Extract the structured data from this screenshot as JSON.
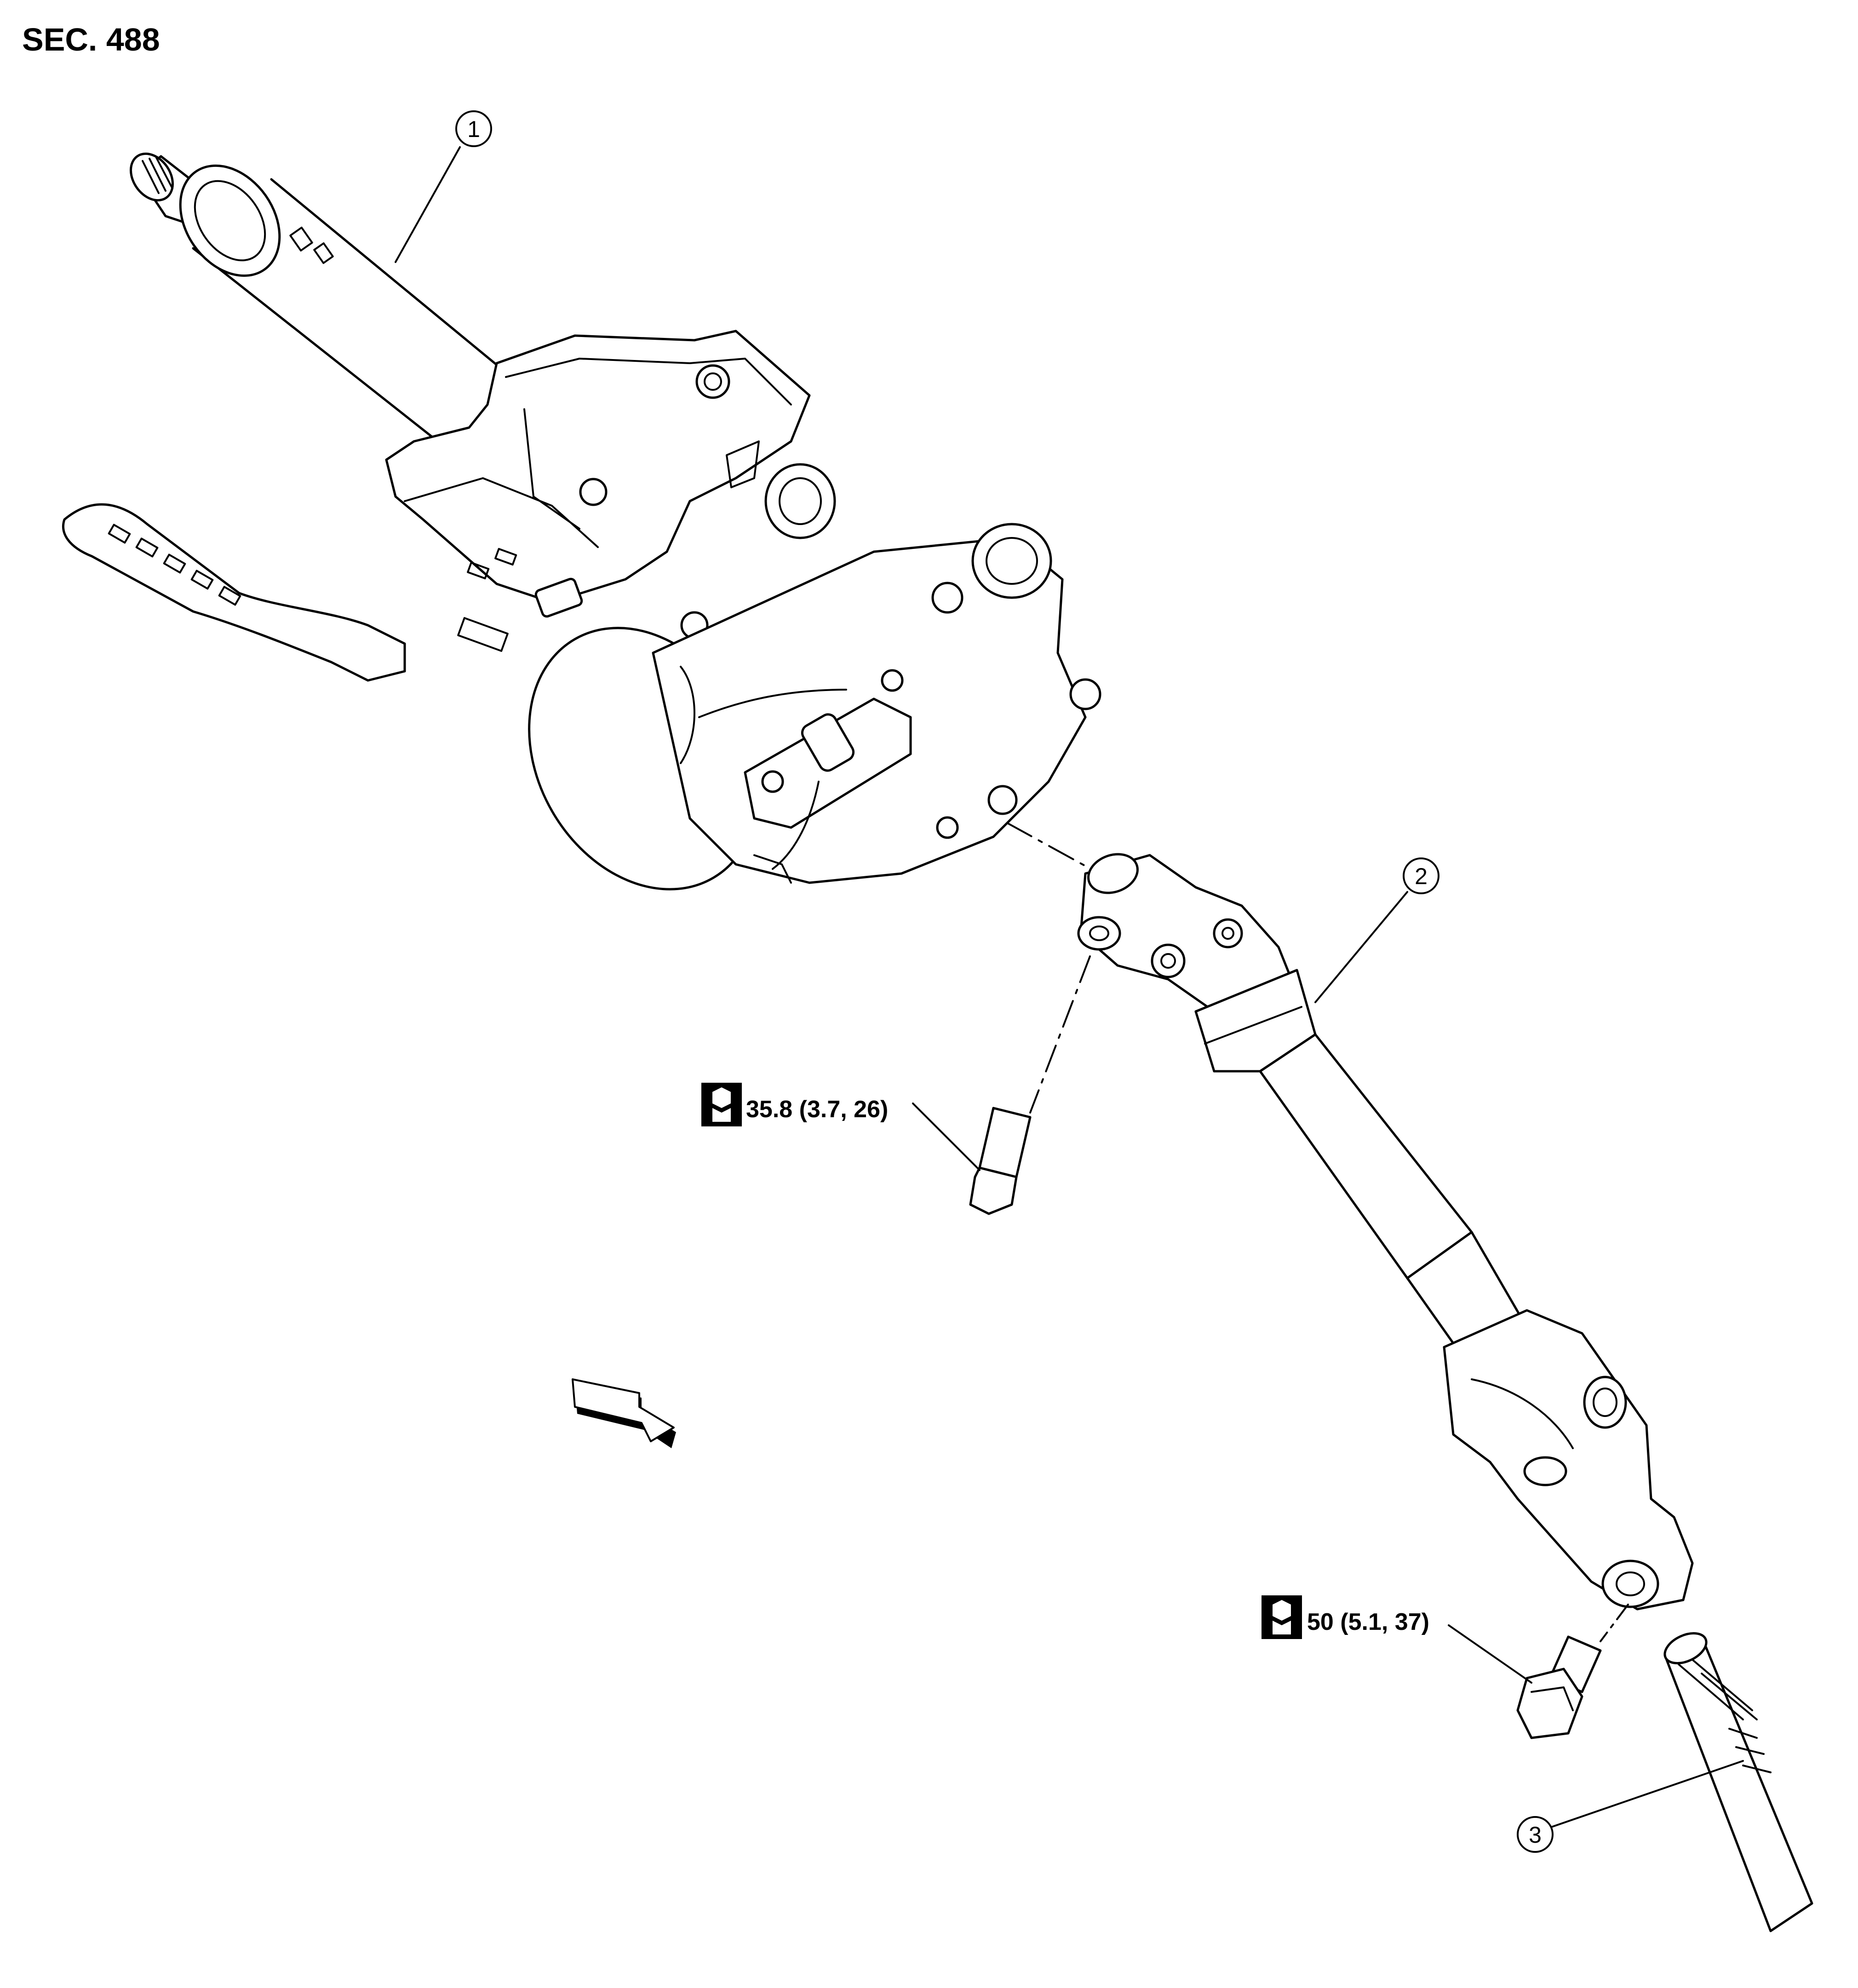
{
  "section_label": "SEC. 488",
  "callouts": [
    {
      "number": "1"
    },
    {
      "number": "2"
    },
    {
      "number": "3"
    }
  ],
  "torques": [
    {
      "value": "35.8 (3.7, 26)",
      "icon": "torque-wrench-icon"
    },
    {
      "value": "50 (5.1, 37)",
      "icon": "torque-wrench-icon"
    }
  ],
  "direction_arrow": {
    "icon": "front-arrow-icon"
  },
  "colors": {
    "line": "#000000",
    "background": "#ffffff"
  }
}
